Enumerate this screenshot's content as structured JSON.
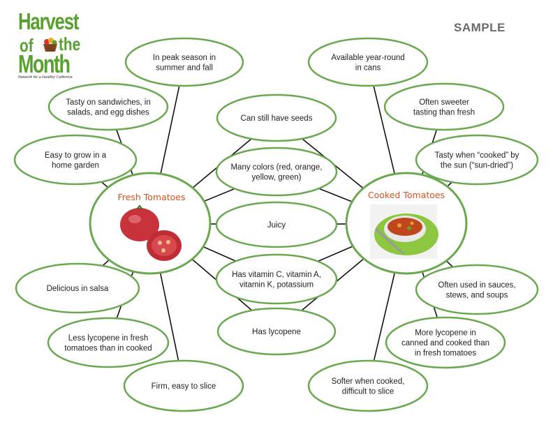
{
  "logo": {
    "line1": "Harvest",
    "line2a": "of",
    "line2b": "the",
    "line3": "Month",
    "tagline": "Network for a Healthy California"
  },
  "sample_label": "SAMPLE",
  "hubs": {
    "fresh": {
      "title": "Fresh Tomatoes"
    },
    "cooked": {
      "title": "Cooked Tomatoes"
    }
  },
  "fresh_only": [
    {
      "lines": [
        "In peak season in",
        "summer and fall"
      ]
    },
    {
      "lines": [
        "Tasty on sandwiches, in",
        "salads, and egg dishes"
      ]
    },
    {
      "lines": [
        "Easy to grow in a",
        "home garden"
      ]
    },
    {
      "lines": [
        "Delicious in salsa"
      ]
    },
    {
      "lines": [
        "Less lycopene in fresh",
        "tomatoes than in cooked"
      ]
    },
    {
      "lines": [
        "Firm, easy to slice"
      ]
    }
  ],
  "shared": [
    {
      "lines": [
        "Can still have seeds"
      ]
    },
    {
      "lines": [
        "Many colors (red, orange,",
        "yellow, green)"
      ]
    },
    {
      "lines": [
        "Juicy"
      ]
    },
    {
      "lines": [
        "Has vitamin C, vitamin A,",
        "vitamin K, potassium"
      ]
    },
    {
      "lines": [
        "Has lycopene"
      ]
    }
  ],
  "cooked_only": [
    {
      "lines": [
        "Available year-round",
        "in cans"
      ]
    },
    {
      "lines": [
        "Often sweeter",
        "tasting than fresh"
      ]
    },
    {
      "lines": [
        "Tasty when “cooked” by",
        "the sun (“sun-dried”)"
      ]
    },
    {
      "lines": [
        "Often used in sauces,",
        "stews, and soups"
      ]
    },
    {
      "lines": [
        "More lycopene in",
        "canned and cooked than",
        "in fresh tomatoes"
      ]
    },
    {
      "lines": [
        "Softer when cooked,",
        "difficult to slice"
      ]
    }
  ],
  "colors": {
    "outline": "#6aa84f",
    "connector": "#111111",
    "hub_title": "#d2521e",
    "tomato": "#c8323a",
    "bowl": "#e9e9e9",
    "plate": "#8dc63f",
    "soup": "#c0461e"
  }
}
